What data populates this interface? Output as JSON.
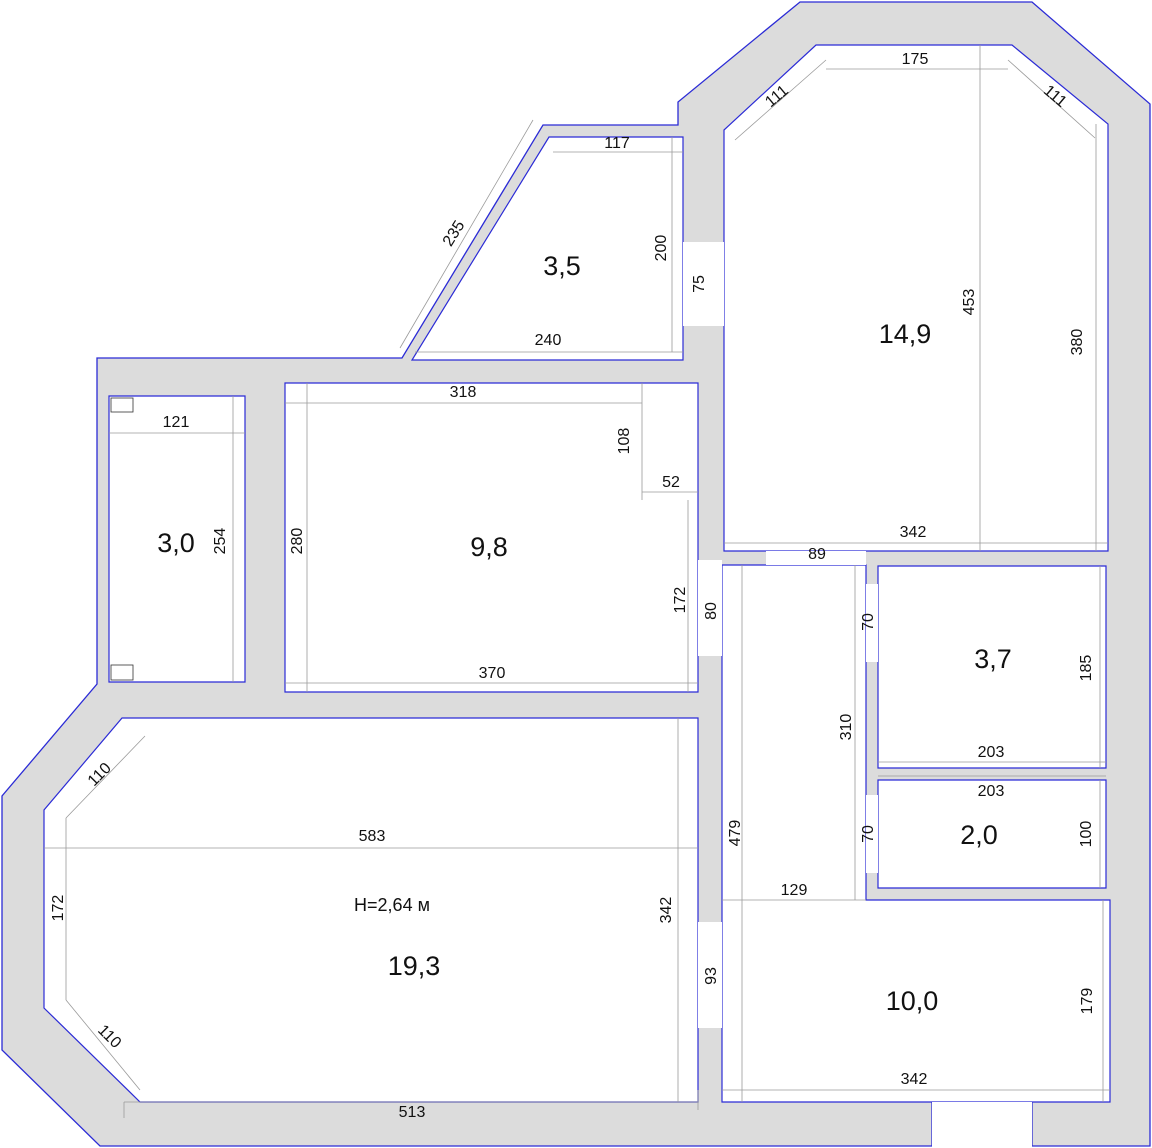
{
  "rooms": {
    "storage": {
      "area": "3,5"
    },
    "bedroom_top_right": {
      "area": "14,9"
    },
    "pantry_left": {
      "area": "3,0"
    },
    "bedroom_middle": {
      "area": "9,8"
    },
    "living_room": {
      "area": "19,3",
      "ceiling": "H=2,64 м"
    },
    "bathroom": {
      "area": "3,7"
    },
    "toilet": {
      "area": "2,0"
    },
    "kitchen": {
      "area": "10,0"
    }
  },
  "dimensions": {
    "d117": "117",
    "d235": "235",
    "d200": "200",
    "d75": "75",
    "d240": "240",
    "d111a": "111",
    "d175": "175",
    "d111b": "111",
    "d453": "453",
    "d380": "380",
    "d342a": "342",
    "d121": "121",
    "d254": "254",
    "d318": "318",
    "d108": "108",
    "d52": "52",
    "d280": "280",
    "d172a": "172",
    "d80": "80",
    "d370": "370",
    "d89": "89",
    "d70a": "70",
    "d185": "185",
    "d310": "310",
    "d203a": "203",
    "d203b": "203",
    "d70b": "70",
    "d100": "100",
    "d479": "479",
    "d129": "129",
    "d110a": "110",
    "d583": "583",
    "d172b": "172",
    "d342b": "342",
    "d93": "93",
    "d110b": "110",
    "d513": "513",
    "d179": "179",
    "d342c": "342"
  },
  "colors": {
    "wall_fill": "#dcdcdc",
    "wall_outline": "#2b2bd6",
    "dimension_line": "#9a9a9a"
  }
}
